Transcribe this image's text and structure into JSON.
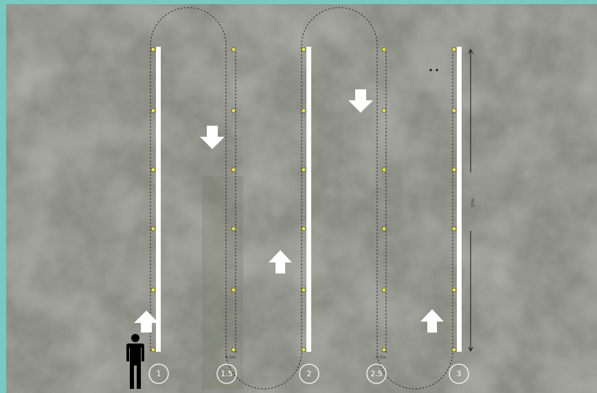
{
  "colors": {
    "frame": "#79c9c0",
    "tape": "#ffffff",
    "marker": "#e8e24a",
    "path": "#222222"
  },
  "transects": [
    {
      "label": "1"
    },
    {
      "label": "1.5"
    },
    {
      "label": "2"
    },
    {
      "label": "2.5"
    },
    {
      "label": "3"
    }
  ],
  "spacing_labels": [
    "0.5m",
    "0.5m"
  ],
  "length_label": "10m",
  "icons": [
    "person-icon",
    "arrow-up-icon",
    "arrow-down-icon"
  ]
}
